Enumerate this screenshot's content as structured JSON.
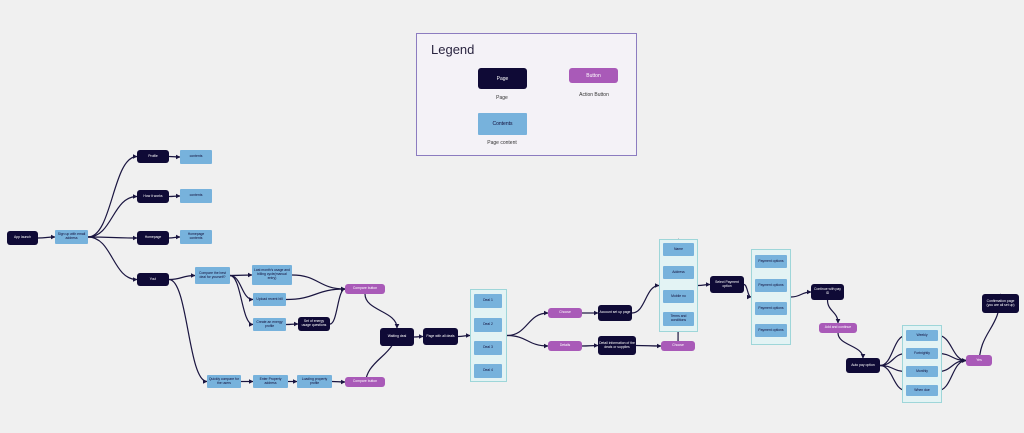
{
  "legend": {
    "title": "Legend",
    "page_label": "Page",
    "page_caption": "Page",
    "button_label": "Button",
    "button_caption": "Action Button",
    "contents_label": "Contents",
    "contents_caption": "Page content"
  },
  "colors": {
    "page": "#0f0a36",
    "content": "#77b2dc",
    "action": "#a95ab8",
    "group_fill": "#e3f3f4",
    "group_border": "#9ed6d9",
    "legend_border": "#8c7cc0",
    "edge": "#1a1540"
  },
  "nodes": {
    "app_launch": {
      "type": "page",
      "label": "App launch"
    },
    "sign_up": {
      "type": "content",
      "label": "Sign up with email address"
    },
    "profile": {
      "type": "page",
      "label": "Profile"
    },
    "profile_contents": {
      "type": "content",
      "label": "contents"
    },
    "how_it_works": {
      "type": "page",
      "label": "How it works"
    },
    "how_contents": {
      "type": "content",
      "label": "contents"
    },
    "homepage": {
      "type": "page",
      "label": "Homepage"
    },
    "homepage_contents": {
      "type": "content",
      "label": "Homepage contents"
    },
    "you": {
      "type": "page",
      "label": "You!"
    },
    "compare_best_deal": {
      "type": "content",
      "label": "Compare the best deal for yourself?"
    },
    "last_month_usage": {
      "type": "content",
      "label": "Last month's usage and billing cycle(manual entry)"
    },
    "upload_recent_bill": {
      "type": "content",
      "label": "Upload recent bill"
    },
    "create_energy_profile": {
      "type": "content",
      "label": "Create an energy profile"
    },
    "set_of_usage_questions": {
      "type": "page",
      "label": "Set of energy usage questions"
    },
    "compare_button_1": {
      "type": "action",
      "label": "Compare button"
    },
    "quickly_compare": {
      "type": "content",
      "label": "Quickly compare for the users"
    },
    "enter_property_address": {
      "type": "content",
      "label": "Enter Property address"
    },
    "loading_property_profile": {
      "type": "content",
      "label": "Loading property profile"
    },
    "compare_button_2": {
      "type": "action",
      "label": "Compare button"
    },
    "waiting_deal": {
      "type": "page",
      "label": "Waiting deal"
    },
    "page_with_all_deals": {
      "type": "page",
      "label": "Page with all deals"
    },
    "deal_1": {
      "type": "content",
      "label": "Deal 1"
    },
    "deal_2": {
      "type": "content",
      "label": "Deal 2"
    },
    "deal_3": {
      "type": "content",
      "label": "Deal 3"
    },
    "deal_4": {
      "type": "content",
      "label": "Deal 4"
    },
    "choose_1": {
      "type": "action",
      "label": "Choose"
    },
    "details": {
      "type": "action",
      "label": "Details"
    },
    "account_set_up": {
      "type": "page",
      "label": "Account set up page"
    },
    "detail_information": {
      "type": "page",
      "label": "Detail information of the deals or supplies"
    },
    "choose_2": {
      "type": "action",
      "label": "Choose"
    },
    "name": {
      "type": "content",
      "label": "Name"
    },
    "address": {
      "type": "content",
      "label": "Address"
    },
    "mobile_no": {
      "type": "content",
      "label": "Mobile no"
    },
    "terms_conditions": {
      "type": "content",
      "label": "Terms and conditions"
    },
    "select_payment": {
      "type": "page",
      "label": "Select Payment option"
    },
    "payment_option_1": {
      "type": "content",
      "label": "Payment options"
    },
    "payment_option_2": {
      "type": "content",
      "label": "Payment options"
    },
    "payment_option_3": {
      "type": "content",
      "label": "Payment options"
    },
    "payment_option_4": {
      "type": "content",
      "label": "Payment options"
    },
    "continue_with_pay": {
      "type": "page",
      "label": "Continue with pay ID"
    },
    "add_and_continue": {
      "type": "action",
      "label": "Add and continue"
    },
    "auto_pay_option": {
      "type": "page",
      "label": "Auto pay option"
    },
    "weekly": {
      "type": "content",
      "label": "Weekly"
    },
    "fortnightly": {
      "type": "content",
      "label": "Fortnightly"
    },
    "monthly": {
      "type": "content",
      "label": "Monthly"
    },
    "when_due": {
      "type": "content",
      "label": "When due"
    },
    "yes": {
      "type": "action",
      "label": "Yes"
    },
    "confirmation": {
      "type": "page",
      "label": "Confirmation page (you are all set up)"
    }
  },
  "edges": [
    [
      "app_launch",
      "sign_up"
    ],
    [
      "sign_up",
      "profile"
    ],
    [
      "sign_up",
      "how_it_works"
    ],
    [
      "sign_up",
      "homepage"
    ],
    [
      "sign_up",
      "you"
    ],
    [
      "profile",
      "profile_contents"
    ],
    [
      "how_it_works",
      "how_contents"
    ],
    [
      "homepage",
      "homepage_contents"
    ],
    [
      "you",
      "compare_best_deal"
    ],
    [
      "you",
      "quickly_compare"
    ],
    [
      "compare_best_deal",
      "last_month_usage"
    ],
    [
      "compare_best_deal",
      "upload_recent_bill"
    ],
    [
      "compare_best_deal",
      "create_energy_profile"
    ],
    [
      "create_energy_profile",
      "set_of_usage_questions"
    ],
    [
      "last_month_usage",
      "compare_button_1"
    ],
    [
      "upload_recent_bill",
      "compare_button_1"
    ],
    [
      "set_of_usage_questions",
      "compare_button_1"
    ],
    [
      "quickly_compare",
      "enter_property_address"
    ],
    [
      "enter_property_address",
      "loading_property_profile"
    ],
    [
      "loading_property_profile",
      "compare_button_2"
    ],
    [
      "compare_button_1",
      "waiting_deal"
    ],
    [
      "compare_button_2",
      "waiting_deal"
    ],
    [
      "waiting_deal",
      "page_with_all_deals"
    ],
    [
      "page_with_all_deals",
      "deals_group"
    ],
    [
      "deals_group",
      "choose_1"
    ],
    [
      "deals_group",
      "details"
    ],
    [
      "choose_1",
      "account_set_up"
    ],
    [
      "details",
      "detail_information"
    ],
    [
      "detail_information",
      "choose_2"
    ],
    [
      "account_set_up",
      "account_group"
    ],
    [
      "choose_2",
      "account_group"
    ],
    [
      "account_group",
      "select_payment"
    ],
    [
      "select_payment",
      "payment_group"
    ],
    [
      "payment_group",
      "continue_with_pay"
    ],
    [
      "continue_with_pay",
      "add_and_continue"
    ],
    [
      "add_and_continue",
      "auto_pay_option"
    ],
    [
      "auto_pay_option",
      "weekly"
    ],
    [
      "auto_pay_option",
      "fortnightly"
    ],
    [
      "auto_pay_option",
      "monthly"
    ],
    [
      "auto_pay_option",
      "when_due"
    ],
    [
      "weekly",
      "yes"
    ],
    [
      "fortnightly",
      "yes"
    ],
    [
      "monthly",
      "yes"
    ],
    [
      "when_due",
      "yes"
    ],
    [
      "yes",
      "confirmation"
    ]
  ]
}
